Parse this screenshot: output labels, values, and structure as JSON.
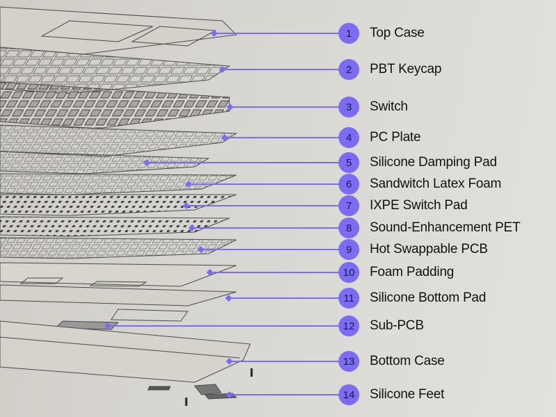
{
  "colors": {
    "accent": "#7c6cf5",
    "line": "#555"
  },
  "parts": [
    {
      "number": "1",
      "label": "Top Case"
    },
    {
      "number": "2",
      "label": "PBT Keycap"
    },
    {
      "number": "3",
      "label": "Switch"
    },
    {
      "number": "4",
      "label": "PC Plate"
    },
    {
      "number": "5",
      "label": "Silicone Damping Pad"
    },
    {
      "number": "6",
      "label": "Sandwitch Latex Foam"
    },
    {
      "number": "7",
      "label": "IXPE Switch Pad"
    },
    {
      "number": "8",
      "label": "Sound-Enhancement PET"
    },
    {
      "number": "9",
      "label": "Hot Swappable PCB"
    },
    {
      "number": "10",
      "label": "Foam Padding"
    },
    {
      "number": "11",
      "label": "Silicone Bottom Pad"
    },
    {
      "number": "12",
      "label": "Sub-PCB"
    },
    {
      "number": "13",
      "label": "Bottom Case"
    },
    {
      "number": "14",
      "label": "Silicone Feet"
    }
  ]
}
